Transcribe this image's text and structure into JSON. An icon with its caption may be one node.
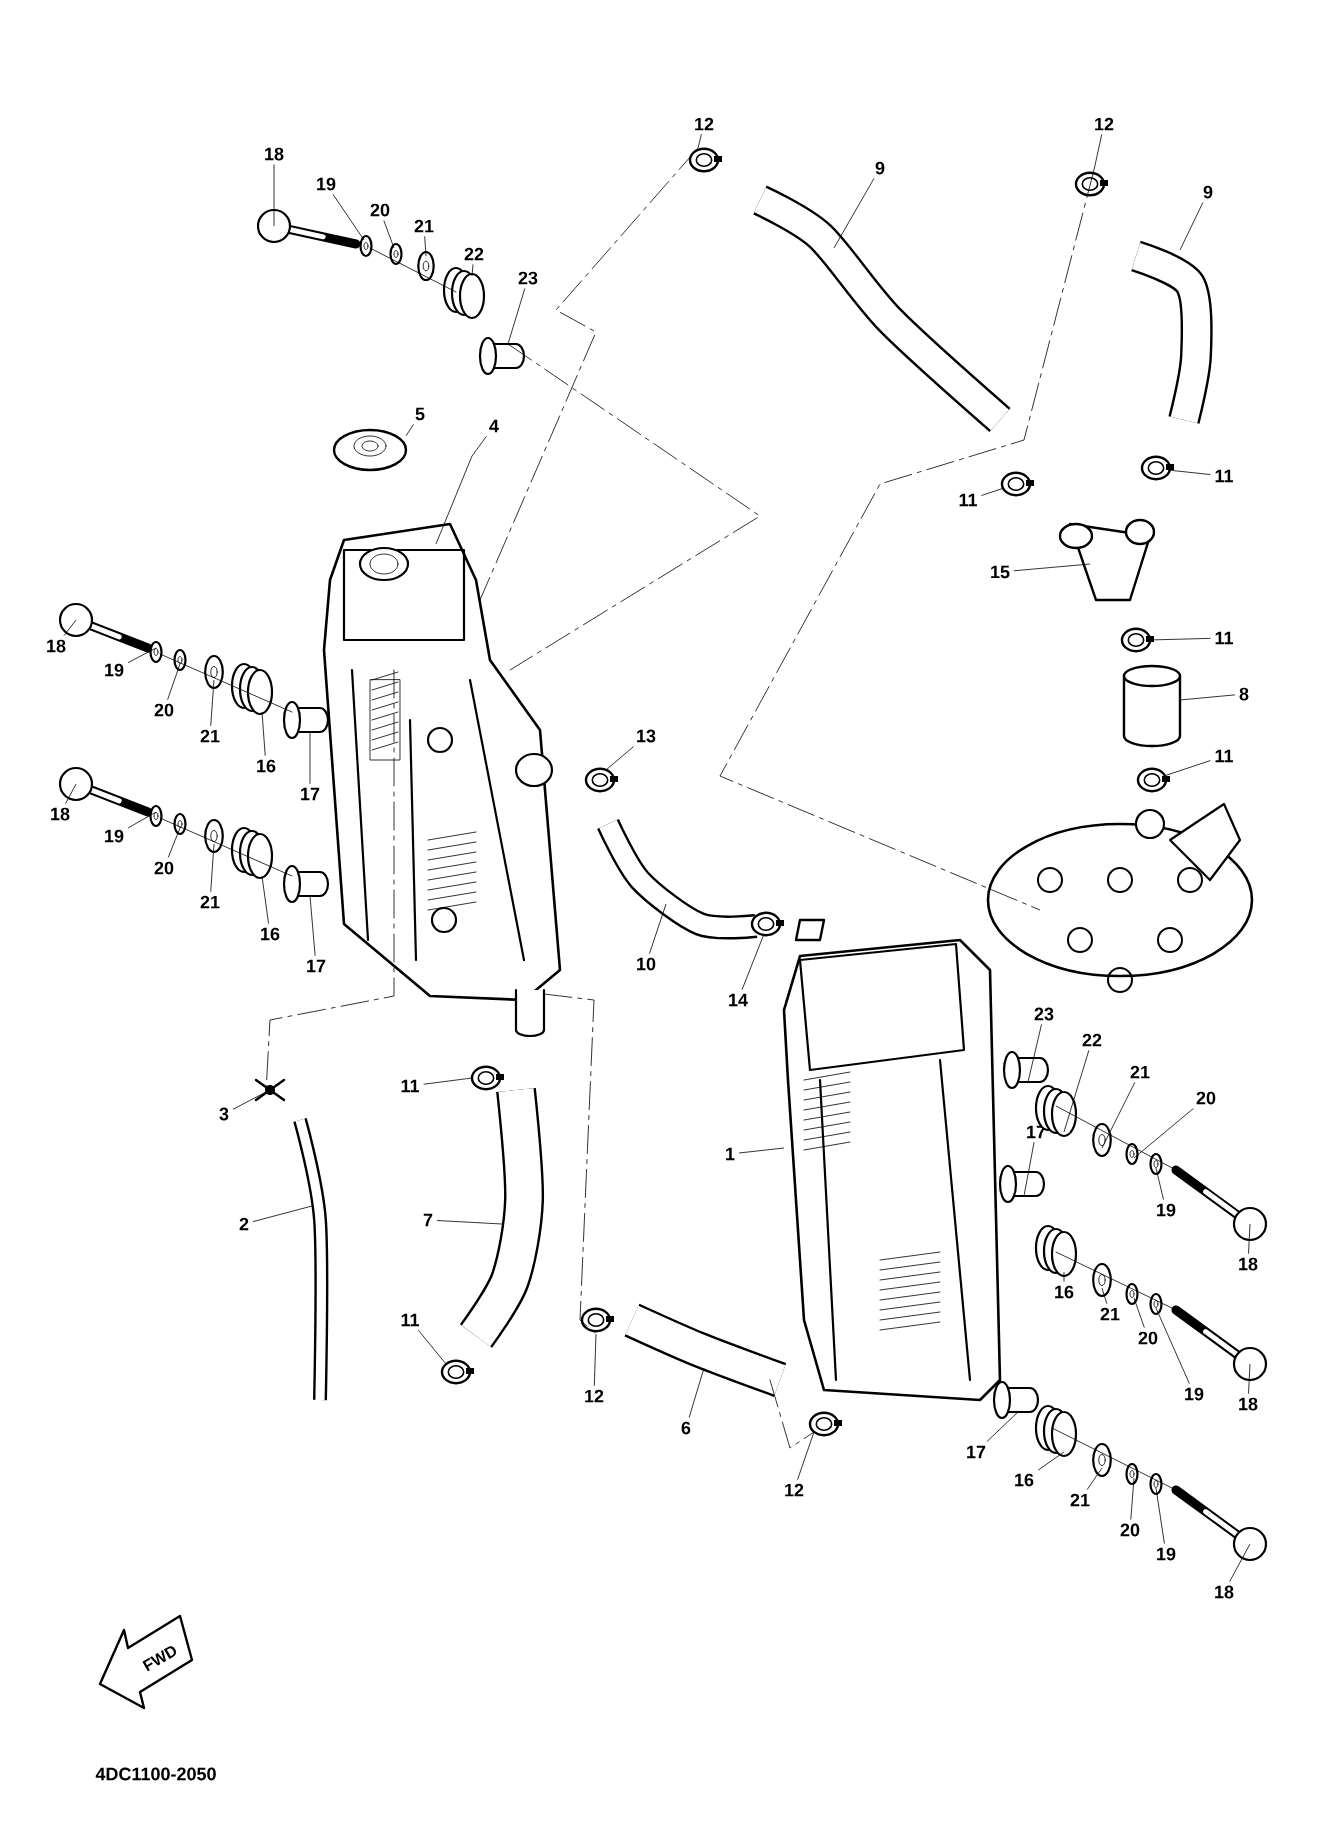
{
  "diagram": {
    "nodes": [
      {
        "text": [
          "18"
        ]
      },
      {
        "text": [
          "19"
        ]
      },
      {
        "text": [
          "20"
        ]
      },
      {
        "text": [
          "21"
        ]
      },
      {
        "text": [
          "22"
        ]
      },
      {
        "text": [
          "23"
        ]
      },
      {
        "text": [
          "5"
        ]
      },
      {
        "text": [
          "4"
        ]
      },
      {
        "text": [
          "18"
        ]
      },
      {
        "text": [
          "19"
        ]
      },
      {
        "text": [
          "20"
        ]
      },
      {
        "text": [
          "21"
        ]
      },
      {
        "text": [
          "16"
        ]
      },
      {
        "text": [
          "17"
        ]
      },
      {
        "text": [
          "18"
        ]
      },
      {
        "text": [
          "19"
        ]
      },
      {
        "text": [
          "20"
        ]
      },
      {
        "text": [
          "21"
        ]
      },
      {
        "text": [
          "16"
        ]
      },
      {
        "text": [
          "17"
        ]
      },
      {
        "text": [
          "12"
        ]
      },
      {
        "text": [
          "9"
        ]
      },
      {
        "text": [
          "12"
        ]
      },
      {
        "text": [
          "9"
        ]
      },
      {
        "text": [
          "11"
        ]
      },
      {
        "text": [
          "11"
        ]
      },
      {
        "text": [
          "15"
        ]
      },
      {
        "text": [
          "11"
        ]
      },
      {
        "text": [
          "8"
        ]
      },
      {
        "text": [
          "11"
        ]
      },
      {
        "text": [
          "13"
        ]
      },
      {
        "text": [
          "10"
        ]
      },
      {
        "text": [
          "14"
        ]
      },
      {
        "text": [
          "23"
        ]
      },
      {
        "text": [
          "22"
        ]
      },
      {
        "text": [
          "21"
        ]
      },
      {
        "text": [
          "20"
        ]
      },
      {
        "text": [
          "17"
        ]
      },
      {
        "text": [
          "19"
        ]
      },
      {
        "text": [
          "18"
        ]
      },
      {
        "text": [
          "16"
        ]
      },
      {
        "text": [
          "21"
        ]
      },
      {
        "text": [
          "20"
        ]
      },
      {
        "text": [
          "19"
        ]
      },
      {
        "text": [
          "18"
        ]
      },
      {
        "text": [
          "17"
        ]
      },
      {
        "text": [
          "16"
        ]
      },
      {
        "text": [
          "21"
        ]
      },
      {
        "text": [
          "20"
        ]
      },
      {
        "text": [
          "19"
        ]
      },
      {
        "text": [
          "18"
        ]
      },
      {
        "text": [
          "1"
        ]
      },
      {
        "text": [
          "6"
        ]
      },
      {
        "text": [
          "12"
        ]
      },
      {
        "text": [
          "11"
        ]
      },
      {
        "text": [
          "3"
        ]
      },
      {
        "text": [
          "2"
        ]
      },
      {
        "text": [
          "7"
        ]
      },
      {
        "text": [
          "11"
        ]
      },
      {
        "text": [
          "12"
        ]
      },
      {
        "text": [],
        "shape": "picture"
      },
      {
        "text": [],
        "shape": "picture"
      },
      {
        "text": [],
        "shape": "picture"
      },
      {
        "text": [],
        "shape": "picture"
      },
      {
        "text": [],
        "shape": "cylinder"
      },
      {
        "text": [],
        "shape": "cylinder"
      },
      {
        "text": [],
        "shape": "picture"
      },
      {
        "text": [],
        "shape": "picture"
      },
      {
        "text": [],
        "shape": "picture"
      },
      {
        "text": [],
        "shape": "picture"
      },
      {
        "text": [],
        "shape": "picture"
      },
      {
        "text": [],
        "shape": "picture"
      },
      {
        "text": [],
        "shape": "cylinder"
      },
      {
        "text": [],
        "shape": "cylinder"
      },
      {
        "text": [],
        "shape": "picture"
      },
      {
        "text": [],
        "shape": "picture"
      },
      {
        "text": [],
        "shape": "picture"
      },
      {
        "text": [],
        "shape": "picture"
      },
      {
        "text": [],
        "shape": "cylinder"
      },
      {
        "text": [],
        "shape": "cylinder"
      },
      {
        "text": [],
        "shape": "picture"
      },
      {
        "text": [],
        "shape": "picture"
      },
      {
        "text": [],
        "shape": "picture"
      },
      {
        "text": [],
        "shape": "picture"
      },
      {
        "text": [],
        "shape": "picture"
      },
      {
        "text": [],
        "shape": "picture"
      },
      {
        "text": [],
        "shape": "picture"
      },
      {
        "text": [],
        "shape": "picture"
      },
      {
        "text": [],
        "shape": "cylinder"
      },
      {
        "text": [],
        "shape": "picture"
      },
      {
        "text": [],
        "shape": "picture"
      },
      {
        "text": [],
        "shape": "picture"
      },
      {
        "text": [],
        "shape": "picture"
      },
      {
        "text": [],
        "shape": "cylinder"
      },
      {
        "text": [],
        "shape": "cylinder"
      },
      {
        "text": [],
        "shape": "picture"
      },
      {
        "text": [],
        "shape": "picture"
      },
      {
        "text": [],
        "shape": "cylinder"
      },
      {
        "text": [],
        "shape": "picture"
      },
      {
        "text": [],
        "shape": "picture"
      },
      {
        "text": [],
        "shape": "cylinder"
      },
      {
        "text": [],
        "shape": "picture"
      },
      {
        "text": [],
        "shape": "picture"
      },
      {
        "text": [],
        "shape": "picture"
      },
      {
        "text": [],
        "shape": "picture"
      },
      {
        "text": [],
        "shape": "cylinder"
      },
      {
        "text": [],
        "shape": "cylinder"
      },
      {
        "text": [],
        "shape": "picture"
      },
      {
        "text": [],
        "shape": "picture"
      },
      {
        "text": [],
        "shape": "picture"
      },
      {
        "text": [],
        "shape": "picture"
      },
      {
        "text": [],
        "shape": "picture"
      },
      {
        "text": [],
        "shape": "picture"
      },
      {
        "text": [],
        "shape": "picture"
      },
      {
        "text": [],
        "shape": "picture"
      },
      {
        "text": [],
        "shape": "picture"
      },
      {
        "text": [],
        "shape": "picture"
      },
      {
        "text": [],
        "shape": "picture"
      },
      {
        "text": [],
        "shape": "picture"
      },
      {
        "text": [],
        "shape": "picture"
      },
      {
        "text": [],
        "shape": "picture"
      }
    ],
    "edges": [
      {
        "from": 0,
        "to": 60,
        "arrow": "none"
      },
      {
        "from": 1,
        "to": 61,
        "arrow": "none"
      },
      {
        "from": 2,
        "to": 62,
        "arrow": "none"
      },
      {
        "from": 3,
        "to": 63,
        "arrow": "none"
      },
      {
        "from": 4,
        "to": 64,
        "arrow": "none"
      },
      {
        "from": 5,
        "to": 65,
        "arrow": "none"
      },
      {
        "from": 6,
        "to": 66,
        "arrow": "none"
      },
      {
        "from": 7,
        "to": 67,
        "arrow": "none"
      },
      {
        "from": 8,
        "to": 68,
        "arrow": "none"
      },
      {
        "from": 9,
        "to": 69,
        "arrow": "none"
      },
      {
        "from": 10,
        "to": 70,
        "arrow": "none"
      },
      {
        "from": 11,
        "to": 71,
        "arrow": "none"
      },
      {
        "from": 12,
        "to": 72,
        "arrow": "none"
      },
      {
        "from": 13,
        "to": 73,
        "arrow": "none"
      },
      {
        "from": 14,
        "to": 74,
        "arrow": "none"
      },
      {
        "from": 15,
        "to": 75,
        "arrow": "none"
      },
      {
        "from": 16,
        "to": 76,
        "arrow": "none"
      },
      {
        "from": 17,
        "to": 77,
        "arrow": "none"
      },
      {
        "from": 18,
        "to": 78,
        "arrow": "none"
      },
      {
        "from": 19,
        "to": 79,
        "arrow": "none"
      },
      {
        "from": 20,
        "to": 80,
        "arrow": "none"
      },
      {
        "from": 21,
        "to": 81,
        "arrow": "none"
      },
      {
        "from": 22,
        "to": 82,
        "arrow": "none"
      },
      {
        "from": 23,
        "to": 83,
        "arrow": "none"
      },
      {
        "from": 24,
        "to": 84,
        "arrow": "none"
      },
      {
        "from": 25,
        "to": 85,
        "arrow": "none"
      },
      {
        "from": 26,
        "to": 86,
        "arrow": "none"
      },
      {
        "from": 27,
        "to": 87,
        "arrow": "none"
      },
      {
        "from": 28,
        "to": 88,
        "arrow": "none"
      },
      {
        "from": 29,
        "to": 89,
        "arrow": "none"
      },
      {
        "from": 30,
        "to": 90,
        "arrow": "none"
      },
      {
        "from": 31,
        "to": 91,
        "arrow": "none"
      },
      {
        "from": 32,
        "to": 92,
        "arrow": "none"
      },
      {
        "from": 33,
        "to": 93,
        "arrow": "none"
      },
      {
        "from": 34,
        "to": 94,
        "arrow": "none"
      },
      {
        "from": 35,
        "to": 95,
        "arrow": "none"
      },
      {
        "from": 36,
        "to": 96,
        "arrow": "none"
      },
      {
        "from": 37,
        "to": 97,
        "arrow": "none"
      },
      {
        "from": 38,
        "to": 98,
        "arrow": "none"
      },
      {
        "from": 39,
        "to": 99,
        "arrow": "none"
      },
      {
        "from": 40,
        "to": 100,
        "arrow": "none"
      },
      {
        "from": 41,
        "to": 101,
        "arrow": "none"
      },
      {
        "from": 42,
        "to": 102,
        "arrow": "none"
      },
      {
        "from": 43,
        "to": 103,
        "arrow": "none"
      },
      {
        "from": 44,
        "to": 104,
        "arrow": "none"
      },
      {
        "from": 45,
        "to": 105,
        "arrow": "none"
      },
      {
        "from": 46,
        "to": 106,
        "arrow": "none"
      },
      {
        "from": 47,
        "to": 107,
        "arrow": "none"
      },
      {
        "from": 48,
        "to": 108,
        "arrow": "none"
      },
      {
        "from": 49,
        "to": 109,
        "arrow": "none"
      },
      {
        "from": 50,
        "to": 110,
        "arrow": "none"
      },
      {
        "from": 51,
        "to": 111,
        "arrow": "none"
      },
      {
        "from": 52,
        "to": 112,
        "arrow": "none"
      },
      {
        "from": 53,
        "to": 113,
        "arrow": "none"
      },
      {
        "from": 54,
        "to": 114,
        "arrow": "none"
      },
      {
        "from": 55,
        "to": 115,
        "arrow": "none"
      },
      {
        "from": 56,
        "to": 116,
        "arrow": "none"
      },
      {
        "from": 57,
        "to": 117,
        "arrow": "none"
      },
      {
        "from": 58,
        "to": 118,
        "arrow": "none"
      },
      {
        "from": 59,
        "to": 119,
        "arrow": "none"
      },
      {
        "from": 80,
        "to": 67,
        "arrow": "none",
        "style": "dashed"
      },
      {
        "from": 65,
        "to": 67,
        "arrow": "none",
        "style": "dashed"
      },
      {
        "from": 82,
        "to": 120,
        "arrow": "none",
        "style": "dashed"
      },
      {
        "from": 67,
        "to": 115,
        "arrow": "none",
        "style": "dashed"
      },
      {
        "from": 67,
        "to": 119,
        "arrow": "none",
        "style": "dashed"
      },
      {
        "from": 112,
        "to": 113,
        "arrow": "none",
        "style": "dashed"
      },
      {
        "from": 61,
        "to": 64,
        "arrow": "none"
      },
      {
        "from": 69,
        "to": 73,
        "arrow": "none"
      },
      {
        "from": 75,
        "to": 79,
        "arrow": "none"
      },
      {
        "from": 99,
        "to": 94,
        "arrow": "none"
      },
      {
        "from": 104,
        "to": 100,
        "arrow": "none"
      },
      {
        "from": 110,
        "to": 106,
        "arrow": "none"
      }
    ],
    "labels": [
      "FWD",
      "4DC1100-2050"
    ]
  }
}
